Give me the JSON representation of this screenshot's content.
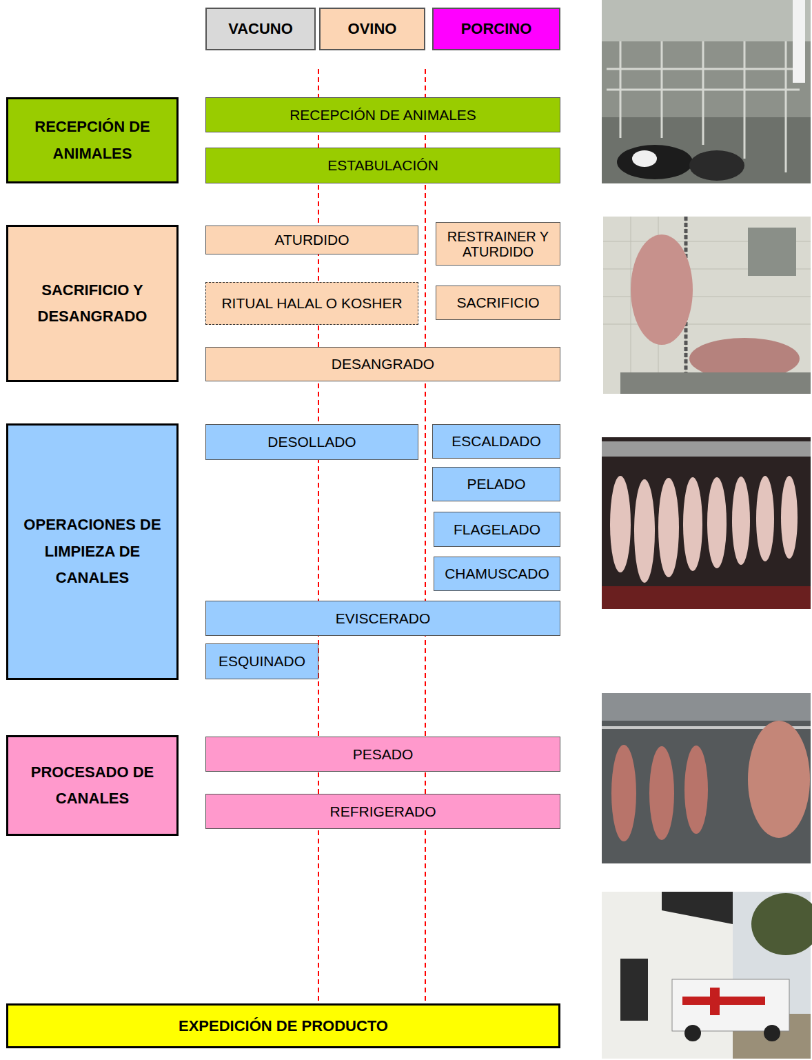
{
  "diagram": {
    "nodes": [
      {
        "text": [
          "VACUNO"
        ]
      },
      {
        "text": [
          "OVINO"
        ]
      },
      {
        "text": [
          "PORCINO"
        ]
      },
      {
        "text": [
          "RECEPCIÓN DE ANIMALES"
        ]
      },
      {
        "text": [
          "RECEPCIÓN DE ANIMALES"
        ]
      },
      {
        "text": [
          "ESTABULACIÓN"
        ]
      },
      {
        "text": [
          "SACRIFICIO Y DESANGRADO"
        ]
      },
      {
        "text": [
          "ATURDIDO"
        ]
      },
      {
        "text": [
          "RESTRAINER Y ATURDIDO"
        ]
      },
      {
        "text": [
          "RITUAL HALAL O KOSHER"
        ]
      },
      {
        "text": [
          "SACRIFICIO"
        ]
      },
      {
        "text": [
          "DESANGRADO"
        ]
      },
      {
        "text": [
          "OPERACIONES DE LIMPIEZA DE CANALES"
        ]
      },
      {
        "text": [
          "DESOLLADO"
        ]
      },
      {
        "text": [
          "ESCALDADO"
        ]
      },
      {
        "text": [
          "PELADO"
        ]
      },
      {
        "text": [
          "FLAGELADO"
        ]
      },
      {
        "text": [
          "CHAMUSCADO"
        ]
      },
      {
        "text": [
          "EVISCERADO"
        ]
      },
      {
        "text": [
          "ESQUINADO"
        ]
      },
      {
        "text": [
          "PROCESADO DE CANALES"
        ]
      },
      {
        "text": [
          "PESADO"
        ]
      },
      {
        "text": [
          "REFRIGERADO"
        ]
      },
      {
        "text": [
          "EXPEDICIÓN DE PRODUCTO"
        ]
      }
    ]
  }
}
